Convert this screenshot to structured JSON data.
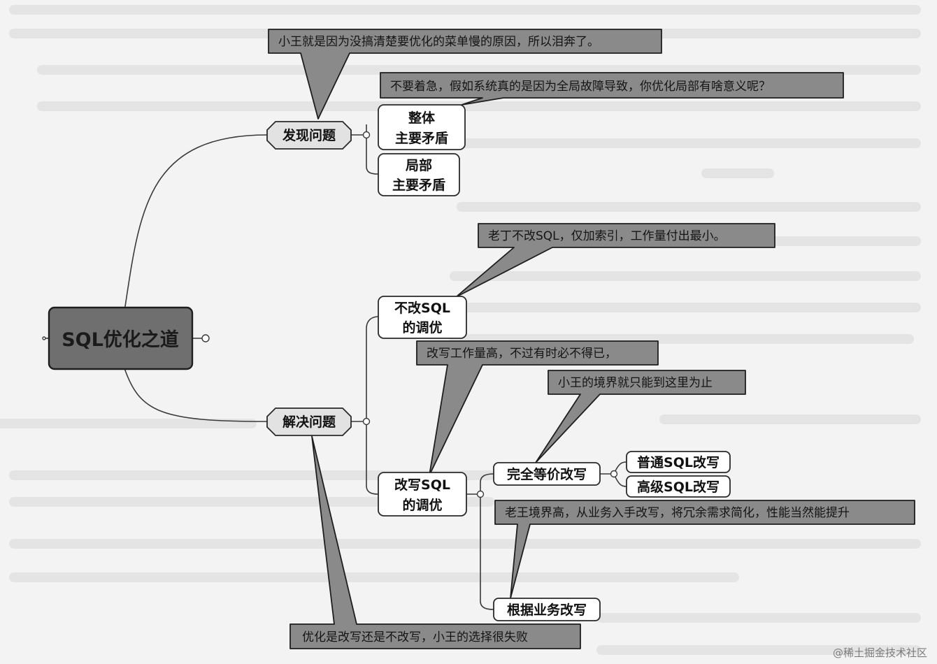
{
  "root": {
    "label": "SQL优化之道"
  },
  "branches": {
    "find_problem": {
      "label": "发现问题",
      "children": [
        {
          "lines": [
            "整体",
            "主要矛盾"
          ]
        },
        {
          "lines": [
            "局部",
            "主要矛盾"
          ]
        }
      ]
    },
    "solve_problem": {
      "label": "解决问题",
      "children": [
        {
          "lines": [
            "不改SQL",
            "的调优"
          ]
        },
        {
          "lines": [
            "改写SQL",
            "的调优"
          ],
          "children": [
            {
              "label": "完全等价改写",
              "children": [
                "普通SQL改写",
                "高级SQL改写"
              ]
            },
            {
              "label": "根据业务改写"
            }
          ]
        }
      ]
    }
  },
  "callouts": {
    "wang_giveup": "小王就是因为没搞清楚要优化的菜单慢的原因，所以泪奔了。",
    "dont_rush": "不要着急，假如系统真的是因为全局故障导致，你优化局部有啥意义呢？",
    "ding_index": "老丁不改SQL，仅加索引，工作量付出最小。",
    "rewrite_cost": "改写工作量高，不过有时必不得已，",
    "wang_limit": "小王的境界就只能到这里为止",
    "wang_high": "老王境界高，从业务入手改写，将冗余需求简化，性能当然能提升",
    "wang_fail": "优化是改写还是不改写，小王的选择很失败"
  },
  "watermark": "@稀土掘金技术社区"
}
